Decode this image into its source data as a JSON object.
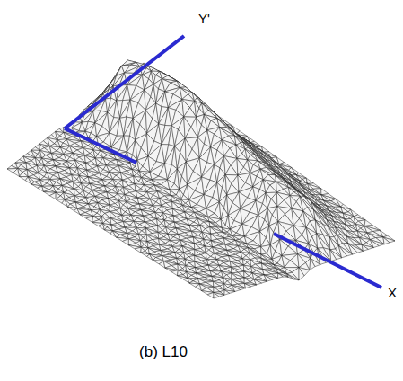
{
  "diagram": {
    "caption": "(b) L10",
    "labels": [
      "Y'",
      "X"
    ]
  }
}
